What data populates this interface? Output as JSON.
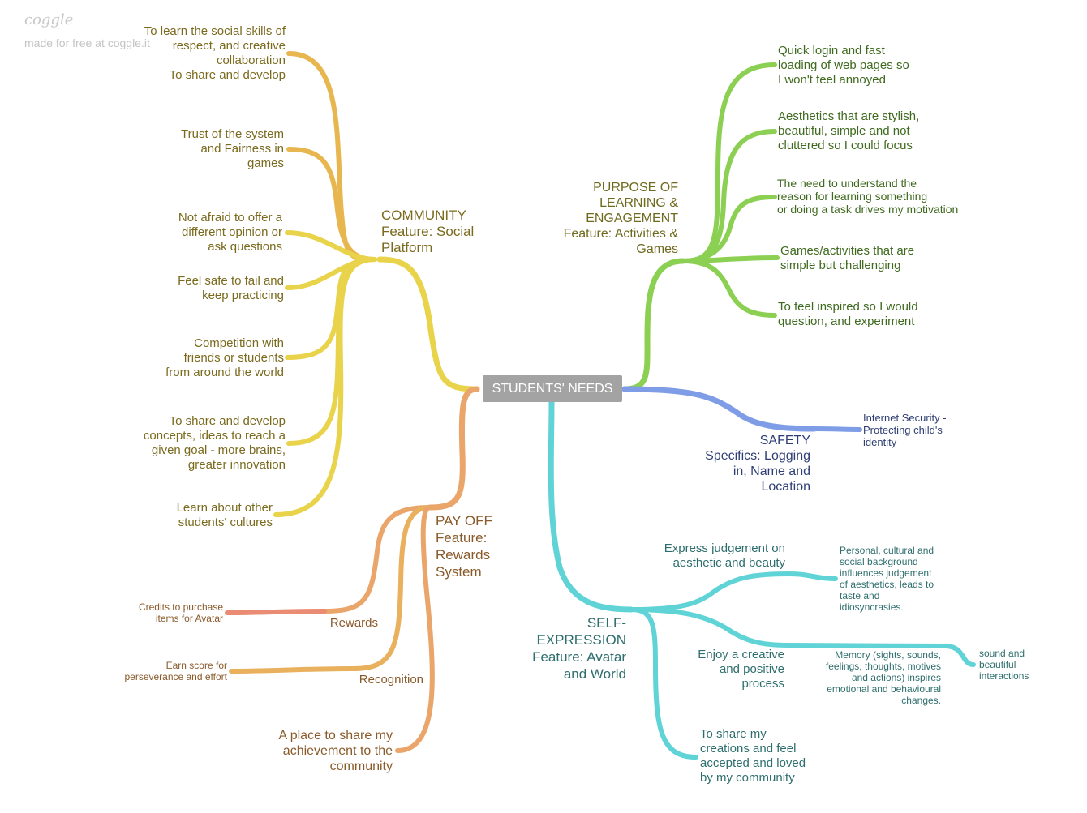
{
  "brand": {
    "logo": "coggle",
    "tagline": "made for free at coggle.it"
  },
  "root": "STUDENTS' NEEDS",
  "colors": {
    "community_light": "#e8d34a",
    "community_orange": "#e7b64f",
    "purpose": "#8bd052",
    "safety": "#7f9de6",
    "self": "#5fd3d6",
    "pay_orange": "#eaa56a",
    "rewards_red": "#ea8c73",
    "recognition": "#e9b05e"
  },
  "community": {
    "title": "COMMUNITY\nFeature: Social\nPlatform",
    "children": [
      "To learn the social skills of\nrespect, and creative\ncollaboration\nTo share and develop",
      "Trust of the system\nand Fairness in\ngames",
      "Not afraid to offer a\ndifferent opinion or\nask questions",
      "Feel safe to fail and\nkeep practicing",
      "Competition with\nfriends or students\nfrom around the world",
      "To share and develop\nconcepts, ideas to reach a\ngiven goal - more brains,\ngreater innovation",
      "Learn about other\nstudents' cultures"
    ]
  },
  "purpose": {
    "title": "PURPOSE OF\nLEARNING &\nENGAGEMENT\nFeature: Activities &\nGames",
    "children": [
      "Quick login and fast\nloading of web pages so\nI won't feel annoyed",
      "Aesthetics that are stylish,\nbeautiful, simple and not\ncluttered so I could focus",
      "The need to understand the\nreason for learning something\nor doing a task drives my motivation",
      "Games/activities that are\nsimple but challenging",
      "To feel inspired so I would\nquestion, and experiment"
    ]
  },
  "safety": {
    "title": "SAFETY\nSpecifics: Logging\nin, Name and\nLocation",
    "child": "Internet Security -\nProtecting child's\nidentity"
  },
  "self": {
    "title": "SELF-\nEXPRESSION\nFeature: Avatar\nand World",
    "express": "Express judgement on\naesthetic and beauty",
    "express_child": "Personal, cultural and\nsocial background\ninfluences judgement\nof aesthetics, leads to\ntaste and\nidiosyncrasies.",
    "enjoy": "Enjoy a creative\nand positive\nprocess",
    "memory": "Memory (sights, sounds,\nfeelings, thoughts, motives\nand actions) inspires\nemotional and behavioural\nchanges.",
    "sound": "sound and\nbeautiful\ninteractions",
    "share": "To share my\ncreations and feel\naccepted and loved\nby my community"
  },
  "payoff": {
    "title": "PAY OFF\nFeature:\nRewards\nSystem",
    "rewards": "Rewards",
    "rewards_child": "Credits to purchase\nitems for Avatar",
    "recognition": "Recognition",
    "recognition_child": "Earn score for\nperseverance and effort",
    "share": "A place to share my\nachievement to the\ncommunity"
  }
}
